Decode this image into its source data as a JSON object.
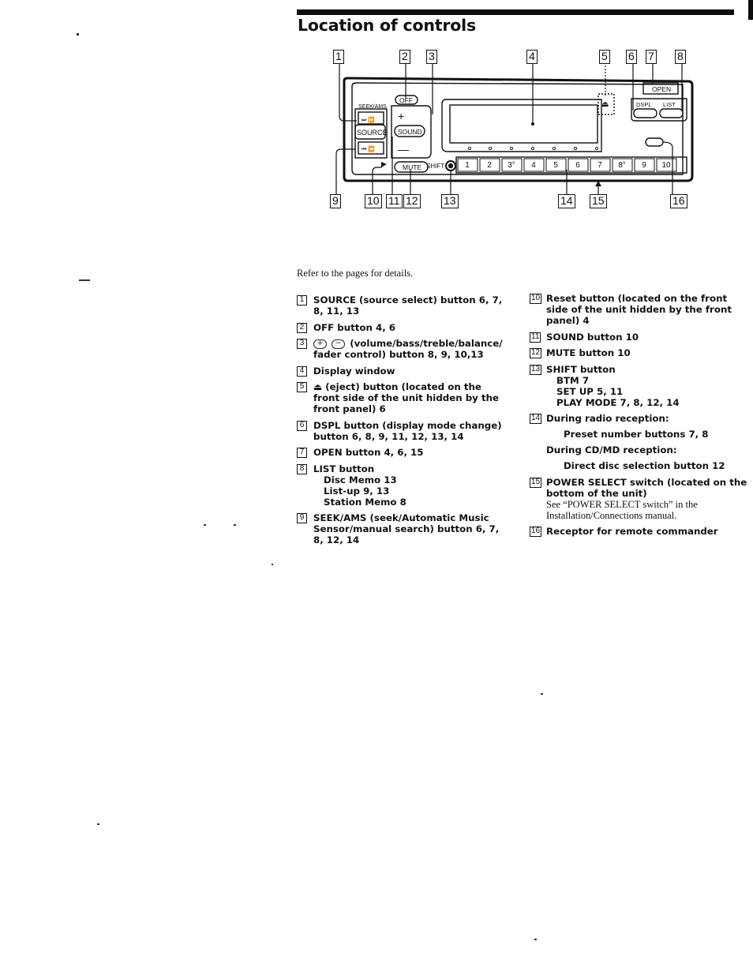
{
  "page": {
    "title": "Location of controls",
    "intro": "Refer to the pages for details."
  },
  "diagram": {
    "callouts": [
      "1",
      "2",
      "3",
      "4",
      "5",
      "6",
      "7",
      "8",
      "9",
      "10",
      "11",
      "12",
      "13",
      "14",
      "15",
      "16"
    ],
    "panel_labels": {
      "seek_ams": "SEEK/AMS",
      "source": "SOURCE",
      "off": "OFF",
      "sound": "SOUND",
      "mute": "MUTE",
      "shift": "SHIFT",
      "open": "OPEN",
      "dspl": "DSPL",
      "list": "LIST",
      "plus": "+",
      "minus": "—"
    },
    "preset_buttons": [
      "1",
      "2",
      "3°",
      "4",
      "5",
      "6",
      "7",
      "8°",
      "9",
      "10"
    ]
  },
  "items_left": [
    {
      "num": "1",
      "text": "SOURCE (source select) button  6, 7, 8, 11, 13"
    },
    {
      "num": "2",
      "text": "OFF button  4, 6"
    },
    {
      "num": "3",
      "icon_plus": "+",
      "icon_minus": "−",
      "text": "(volume/bass/treble/balance/ fader control) button 8, 9, 10,13"
    },
    {
      "num": "4",
      "text": "Display window"
    },
    {
      "num": "5",
      "text": "⏏ (eject) button (located on the front side of the unit hidden by the front panel)  6"
    },
    {
      "num": "6",
      "text": "DSPL button (display mode change) button  6, 8, 9, 11, 12, 13, 14"
    },
    {
      "num": "7",
      "text": "OPEN button  4, 6, 15"
    },
    {
      "num": "8",
      "text": "LIST button",
      "subs": [
        "Disc Memo 13",
        "List-up 9, 13",
        "Station Memo 8"
      ]
    },
    {
      "num": "9",
      "text": "SEEK/AMS (seek/Automatic Music Sensor/manual search) button  6, 7, 8, 12, 14"
    }
  ],
  "items_right": [
    {
      "num": "10",
      "text": "Reset button (located on the front side of the unit hidden by the front panel)  4"
    },
    {
      "num": "11",
      "text": "SOUND button  10"
    },
    {
      "num": "12",
      "text": "MUTE button  10"
    },
    {
      "num": "13",
      "text": "SHIFT button",
      "subs": [
        "BTM  7",
        "SET UP  5, 11",
        "PLAY MODE  7, 8, 12, 14"
      ]
    },
    {
      "num": "14",
      "text": "During radio reception:",
      "sub_a": "Preset number buttons  7, 8",
      "text_b": "During CD/MD reception:",
      "sub_b": "Direct disc selection button  12"
    },
    {
      "num": "15",
      "text": "POWER SELECT switch (located on the bottom of the unit)",
      "note": "See “POWER SELECT switch” in the Installation/Connections manual."
    },
    {
      "num": "16",
      "text": "Receptor for remote commander"
    }
  ]
}
